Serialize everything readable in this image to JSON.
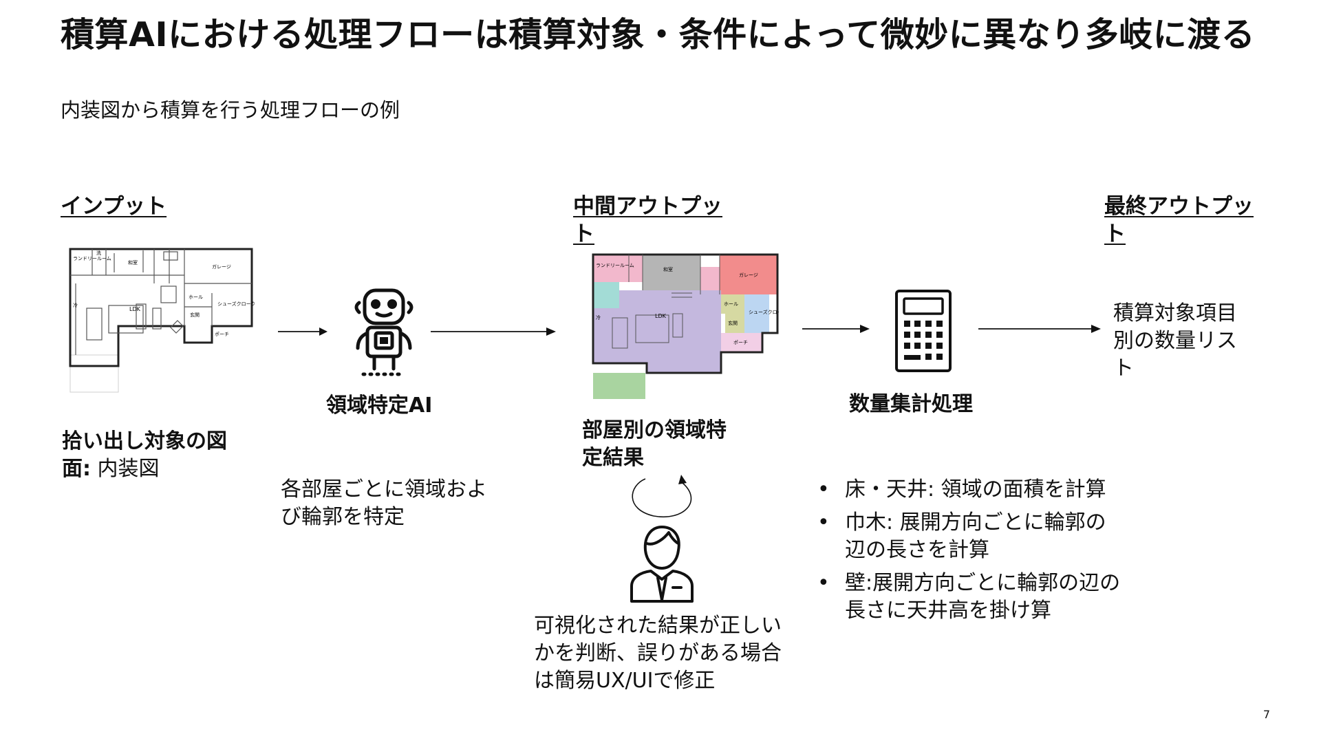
{
  "slide": {
    "title": "積算AIにおける処理フローは積算対象・条件によって微妙に異なり多岐に渡る",
    "subtitle": "内装図から積算を行う処理フローの例",
    "page_number": "7"
  },
  "columns": {
    "input": {
      "heading": "インプット",
      "label_bold": "拾い出し対象の図面:",
      "label_plain": " 内装図"
    },
    "middle": {
      "heading": "中間アウトプット",
      "label": "部屋別の領域特定結果"
    },
    "final": {
      "heading": "最終アウトプット",
      "text": "積算対象項目別の数量リスト"
    }
  },
  "steps": {
    "ai": {
      "label": "領域特定AI",
      "desc": "各部屋ごとに領域および輪郭を特定"
    },
    "calc": {
      "label": "数量集計処理",
      "bullets": [
        "床・天井: 領域の面積を計算",
        "巾木: 展開方向ごとに輪郭の辺の長さを計算",
        "壁:展開方向ごとに輪郭の辺の長さに天井高を掛け算"
      ]
    },
    "human": {
      "desc": "可視化された結果が正しいかを判断、誤りがある場合は簡易UX/UIで修正"
    }
  },
  "floorplan_labels": {
    "laundry": "ランドリールーム",
    "wash": "洗",
    "washitsu": "和室",
    "garage": "ガレージ",
    "hall": "ホール",
    "shoes": "シューズクローク",
    "entrance": "玄関",
    "ldk": "LDK",
    "porch": "ポーチ",
    "fridge": "冷"
  },
  "colors": {
    "pink": "#f2b8cc",
    "lavender": "#c4b8de",
    "grey": "#b5b5b5",
    "red": "#f28c8c",
    "teal": "#a3dcd6",
    "green": "#a9d4a0",
    "olive": "#d6d9a2",
    "blue": "#bcd6f2",
    "pinklight": "#f2cfe6"
  },
  "icons": [
    "robot-icon",
    "calculator-icon",
    "person-icon",
    "arrow-right-icon",
    "loop-arrow-icon"
  ]
}
